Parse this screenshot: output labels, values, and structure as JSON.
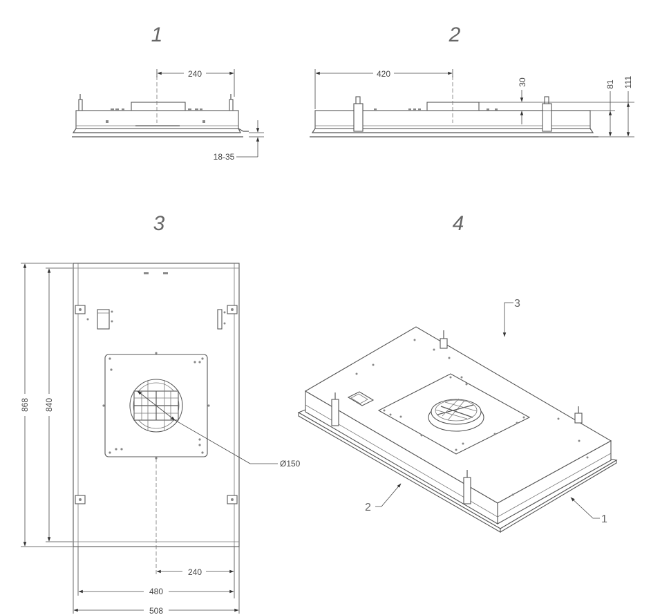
{
  "titles": {
    "view1": "1",
    "view2": "2",
    "view3": "3",
    "view4": "4"
  },
  "dims": {
    "v1_width": "240",
    "v1_gap": "18-35",
    "v2_offset": "420",
    "v2_collar": "30",
    "v2_body": "81",
    "v2_total": "111",
    "v3_depth_outer": "868",
    "v3_depth_inner": "840",
    "v3_diameter": "Ø150",
    "v3_offset": "240",
    "v3_width_inner": "480",
    "v3_width_outer": "508"
  },
  "callouts": {
    "c1": "1",
    "c2": "2",
    "c3": "3"
  }
}
